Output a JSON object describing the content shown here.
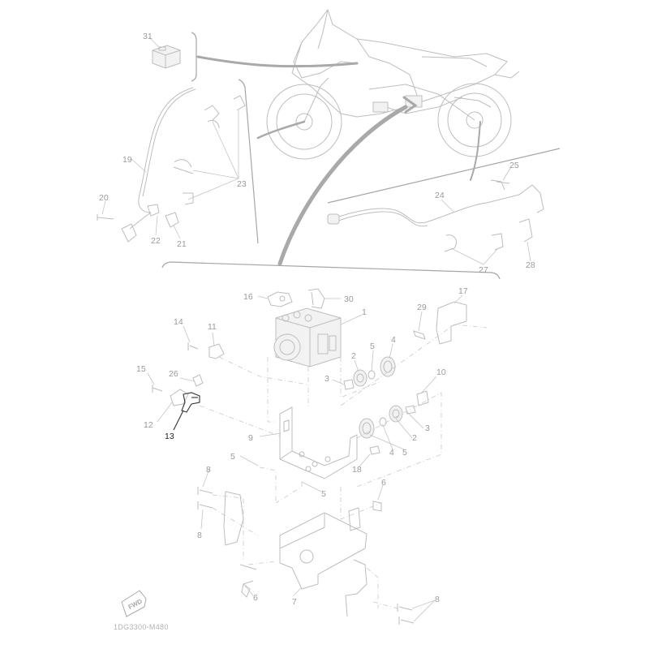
{
  "diagram": {
    "drawing_code": "1DG3300-M480",
    "fwd_label": "FWD",
    "highlight_color": "#1e1e1e",
    "line_color": "#bdbdbd",
    "callouts": [
      {
        "id": "c31",
        "label": "31"
      },
      {
        "id": "c19",
        "label": "19"
      },
      {
        "id": "c20",
        "label": "20"
      },
      {
        "id": "c22",
        "label": "22"
      },
      {
        "id": "c21",
        "label": "21"
      },
      {
        "id": "c23",
        "label": "23"
      },
      {
        "id": "c25",
        "label": "25"
      },
      {
        "id": "c24",
        "label": "24"
      },
      {
        "id": "c27",
        "label": "27"
      },
      {
        "id": "c28",
        "label": "28"
      },
      {
        "id": "c16",
        "label": "16"
      },
      {
        "id": "c30",
        "label": "30"
      },
      {
        "id": "c17",
        "label": "17"
      },
      {
        "id": "c1",
        "label": "1"
      },
      {
        "id": "c29",
        "label": "29"
      },
      {
        "id": "c14",
        "label": "14"
      },
      {
        "id": "c11",
        "label": "11"
      },
      {
        "id": "c2a",
        "label": "2"
      },
      {
        "id": "c5a",
        "label": "5"
      },
      {
        "id": "c4a",
        "label": "4"
      },
      {
        "id": "c15",
        "label": "15"
      },
      {
        "id": "c26",
        "label": "26"
      },
      {
        "id": "c3a",
        "label": "3"
      },
      {
        "id": "c10",
        "label": "10"
      },
      {
        "id": "c12",
        "label": "12"
      },
      {
        "id": "c13",
        "label": "13"
      },
      {
        "id": "c9",
        "label": "9"
      },
      {
        "id": "c3b",
        "label": "3"
      },
      {
        "id": "c2b",
        "label": "2"
      },
      {
        "id": "c4b",
        "label": "4"
      },
      {
        "id": "c5b",
        "label": "5"
      },
      {
        "id": "c5c",
        "label": "5"
      },
      {
        "id": "c18",
        "label": "18"
      },
      {
        "id": "c8a",
        "label": "8"
      },
      {
        "id": "c5d",
        "label": "5"
      },
      {
        "id": "c6a",
        "label": "6"
      },
      {
        "id": "c8b",
        "label": "8"
      },
      {
        "id": "c6b",
        "label": "6"
      },
      {
        "id": "c7",
        "label": "7"
      },
      {
        "id": "c8c",
        "label": "8"
      }
    ]
  }
}
